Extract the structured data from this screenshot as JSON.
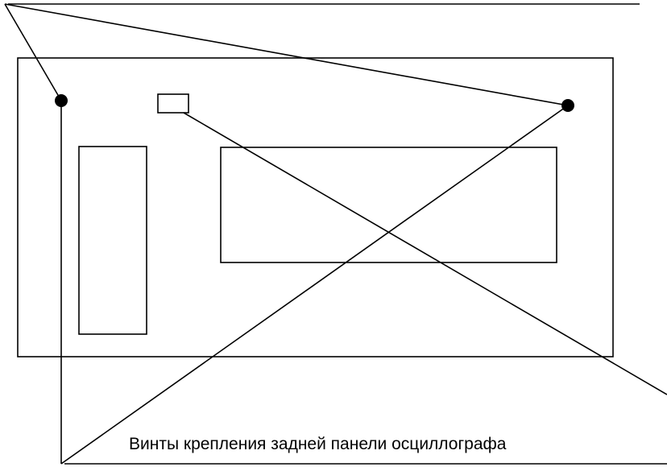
{
  "caption": "Винты крепления задней панели осциллографа",
  "colors": {
    "ink": "#000000",
    "background": "#ffffff"
  },
  "screws": [
    {
      "name": "left-screw"
    },
    {
      "name": "right-screw"
    }
  ]
}
